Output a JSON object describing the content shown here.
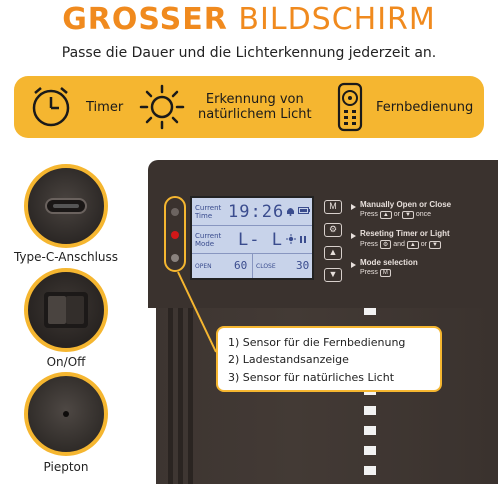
{
  "header": {
    "title_bold": "GROSSER",
    "title_light": "BILDSCHIRM",
    "subtitle": "Passe die Dauer und die Lichterkennung jederzeit an."
  },
  "features": [
    {
      "icon": "clock-icon",
      "label": "Timer"
    },
    {
      "icon": "sun-icon",
      "label_line1": "Erkennung von",
      "label_line2": "natürlichem Licht"
    },
    {
      "icon": "remote-control-icon",
      "label": "Fernbedienung"
    }
  ],
  "side_details": [
    {
      "icon": "usb-c-port-icon",
      "label": "Type-C-Anschluss"
    },
    {
      "icon": "switch-icon",
      "label": "On/Off"
    },
    {
      "icon": "buzzer-icon",
      "label": "Piepton"
    }
  ],
  "lcd": {
    "current_time_label_1": "Current",
    "current_time_label_2": "Time",
    "time_value": "19:26",
    "current_mode_label_1": "Current",
    "current_mode_label_2": "Mode",
    "mode_value": "L- L",
    "open_label": "OPEN",
    "open_value": "60",
    "close_label": "CLOSE",
    "close_value": "30"
  },
  "buttons": [
    {
      "label": "M"
    },
    {
      "label": "⚙"
    },
    {
      "label": "▲"
    },
    {
      "label": "▼"
    }
  ],
  "instructions": [
    {
      "heading": "Manually Open or Close",
      "text_prefix": "Press",
      "key1": "▲",
      "mid": "or",
      "key2": "▼",
      "text_suffix": "once"
    },
    {
      "heading": "Reseting Timer or Light",
      "text_prefix": "Press",
      "key1": "⚙",
      "mid": "and",
      "key2": "▲",
      "mid2": "or",
      "key3": "▼"
    },
    {
      "heading": "Mode selection",
      "text_prefix": "Press",
      "key1": "M"
    }
  ],
  "callout": {
    "items": [
      "1)  Sensor für die Fernbedienung",
      "2)  Ladestandsanzeige",
      "3)  Sensor für natürliches Licht"
    ]
  },
  "colors": {
    "accent_orange": "#f08a1e",
    "accent_yellow": "#f5b630",
    "device_brown": "#3a322e",
    "lcd_background": "#c8d3ea",
    "indicator_red": "#d01818"
  }
}
